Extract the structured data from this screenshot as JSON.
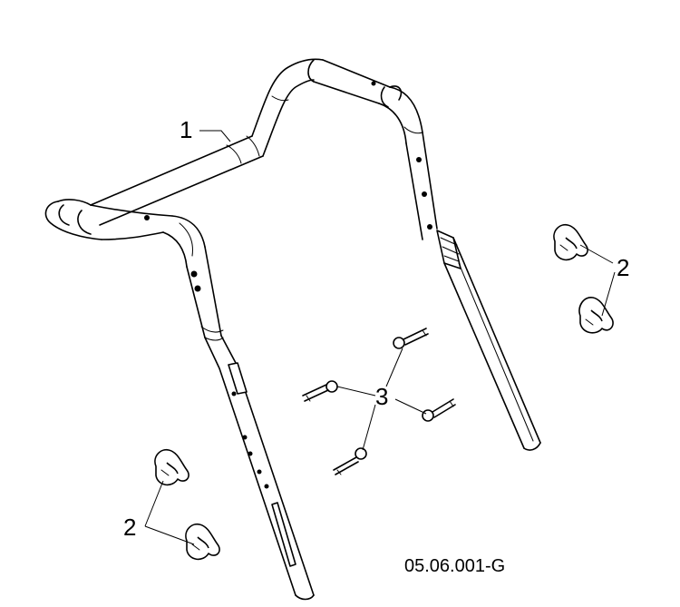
{
  "callouts": {
    "handle": "1",
    "knobs_right": "2",
    "knobs_left": "2",
    "bolts": "3"
  },
  "reference_code": "05.06.001-G"
}
